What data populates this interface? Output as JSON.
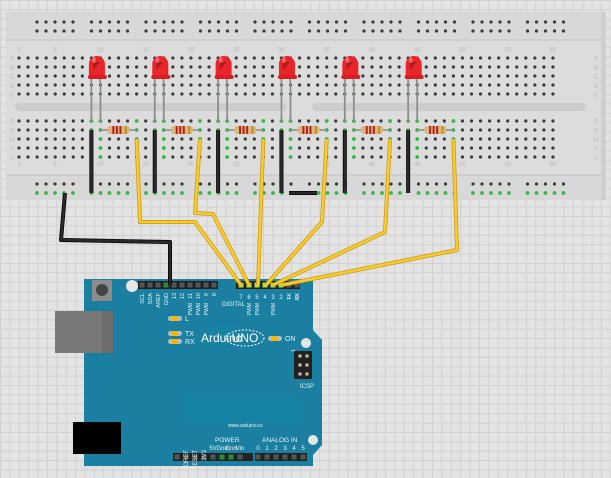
{
  "breadboard": {
    "row_labels_top": [
      "A",
      "B",
      "C",
      "D",
      "E"
    ],
    "row_labels_bottom": [
      "F",
      "G",
      "H",
      "I",
      "J"
    ],
    "column_numbers": [
      "1",
      "5",
      "10",
      "15",
      "20",
      "25",
      "30",
      "35",
      "40",
      "45",
      "50",
      "55",
      "60"
    ],
    "column_count": 60
  },
  "leds": [
    {
      "name": "led-1",
      "color": "red"
    },
    {
      "name": "led-2",
      "color": "red"
    },
    {
      "name": "led-3",
      "color": "red"
    },
    {
      "name": "led-4",
      "color": "red"
    },
    {
      "name": "led-5",
      "color": "red"
    },
    {
      "name": "led-6",
      "color": "red"
    }
  ],
  "arduino": {
    "model_text": "Arduino",
    "model_badge": "UNO",
    "on_label": "ON",
    "led_labels": {
      "l": "L",
      "tx": "TX",
      "rx": "RX"
    },
    "digital_label": "DIGITAL",
    "digital_pins_left": [
      "SCL",
      "SDA",
      "AREF",
      "GND",
      "13",
      "12",
      "~11",
      "~10",
      "~9",
      "8"
    ],
    "digital_pins_right": [
      "7",
      "~6",
      "~5",
      "4",
      "~3",
      "2",
      "TX 1",
      "RX 0"
    ],
    "pwm_label": "PWM",
    "icsp_label": "ICSP",
    "icsp_pin1": "1",
    "website": "www.arduino.cc",
    "power_label": "POWER",
    "power_pins": [
      "IOREF",
      "RESET",
      "3V3",
      "5V",
      "Gnd",
      "Gnd",
      "Vin"
    ],
    "analog_label": "ANALOG IN",
    "analog_pins": [
      "0",
      "1",
      "2",
      "3",
      "4",
      "5"
    ]
  },
  "colors": {
    "board_blue": "#1a7fa0",
    "wire_yellow": "#f5c518",
    "wire_black": "#1e1e1e",
    "led_red": "#e8262a",
    "pin_green": "#3ab54a",
    "breadboard": "#dcdcdc"
  }
}
